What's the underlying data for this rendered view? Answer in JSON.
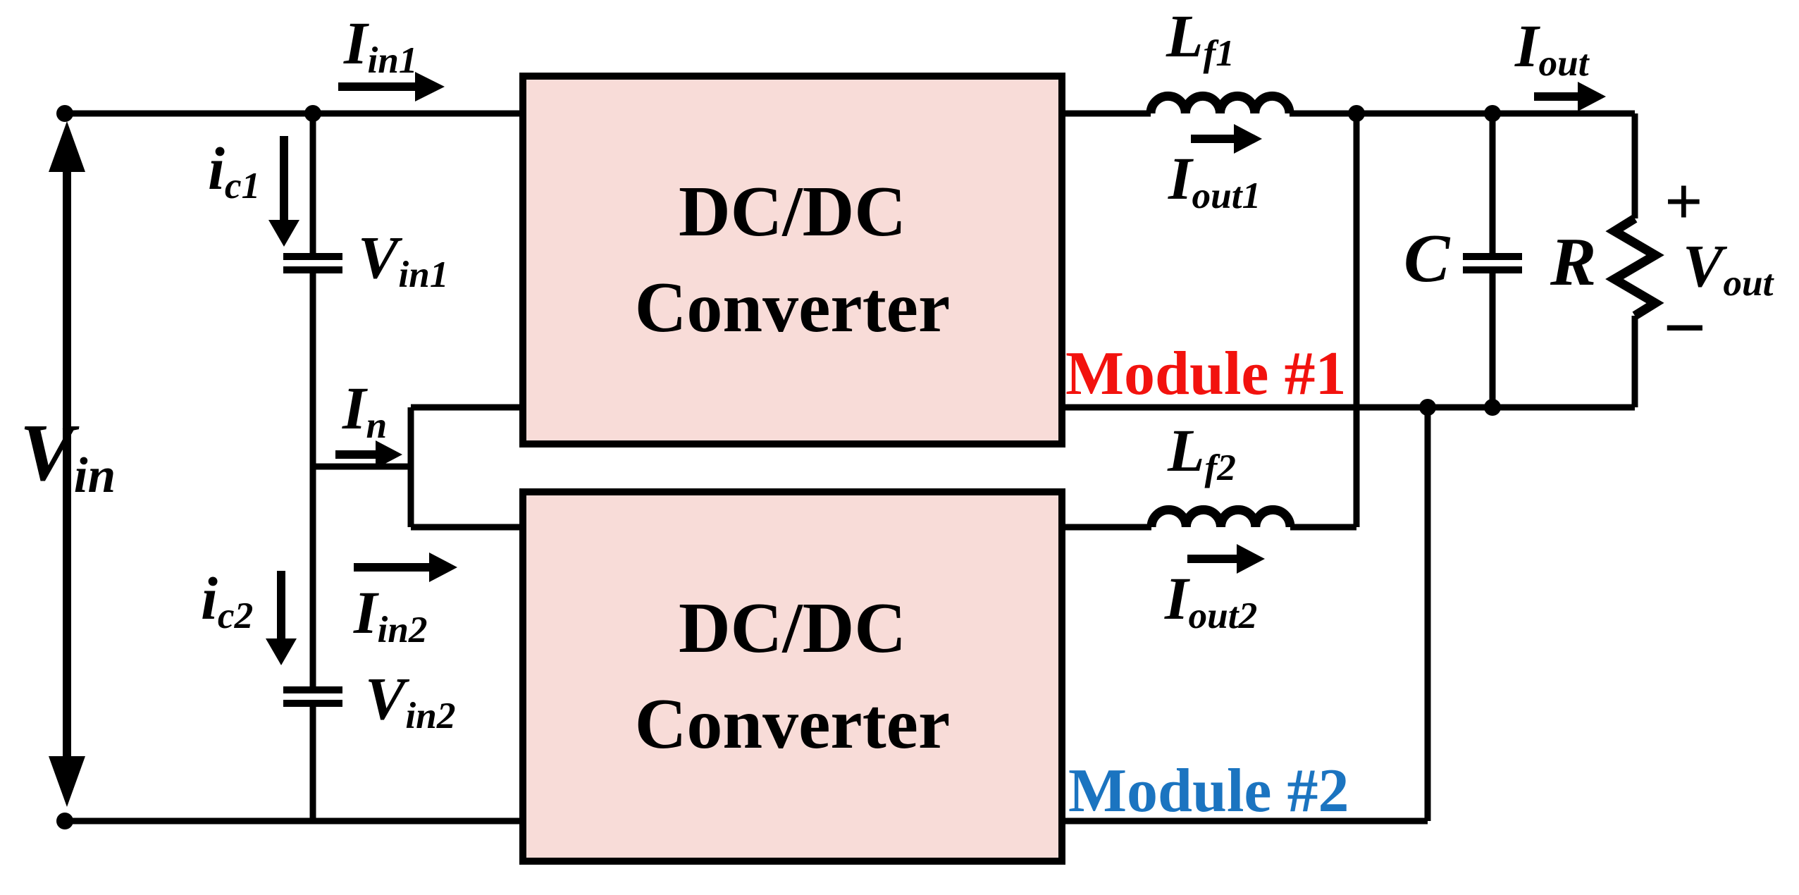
{
  "figure": {
    "type": "circuit-diagram"
  },
  "colors": {
    "wire": "#000000",
    "module_fill": "#f8dcd8",
    "module_border": "#000000",
    "module1_tag_color": "#f2120e",
    "module2_tag_color": "#1b74c0",
    "background": "#ffffff"
  },
  "modules": {
    "module1": {
      "line1": "DC/DC",
      "line2": "Converter",
      "tag": "Module #1"
    },
    "module2": {
      "line1": "DC/DC",
      "line2": "Converter",
      "tag": "Module #2"
    }
  },
  "labels": {
    "vin": {
      "main": "V",
      "sub": "in"
    },
    "iin1": {
      "main": "I",
      "sub": "in1"
    },
    "ic1": {
      "main": "i",
      "sub": "c1"
    },
    "vin1": {
      "main": "V",
      "sub": "in1"
    },
    "in_node": {
      "main": "I",
      "sub": "n"
    },
    "ic2": {
      "main": "i",
      "sub": "c2"
    },
    "iin2": {
      "main": "I",
      "sub": "in2"
    },
    "vin2": {
      "main": "V",
      "sub": "in2"
    },
    "lf1": {
      "main": "L",
      "sub": "f1"
    },
    "iout1": {
      "main": "I",
      "sub": "out1"
    },
    "iout": {
      "main": "I",
      "sub": "out"
    },
    "lf2": {
      "main": "L",
      "sub": "f2"
    },
    "iout2": {
      "main": "I",
      "sub": "out2"
    },
    "vout": {
      "main": "V",
      "sub": "out"
    },
    "cap": "C",
    "res": "R",
    "plus": "+",
    "minus": "−"
  }
}
